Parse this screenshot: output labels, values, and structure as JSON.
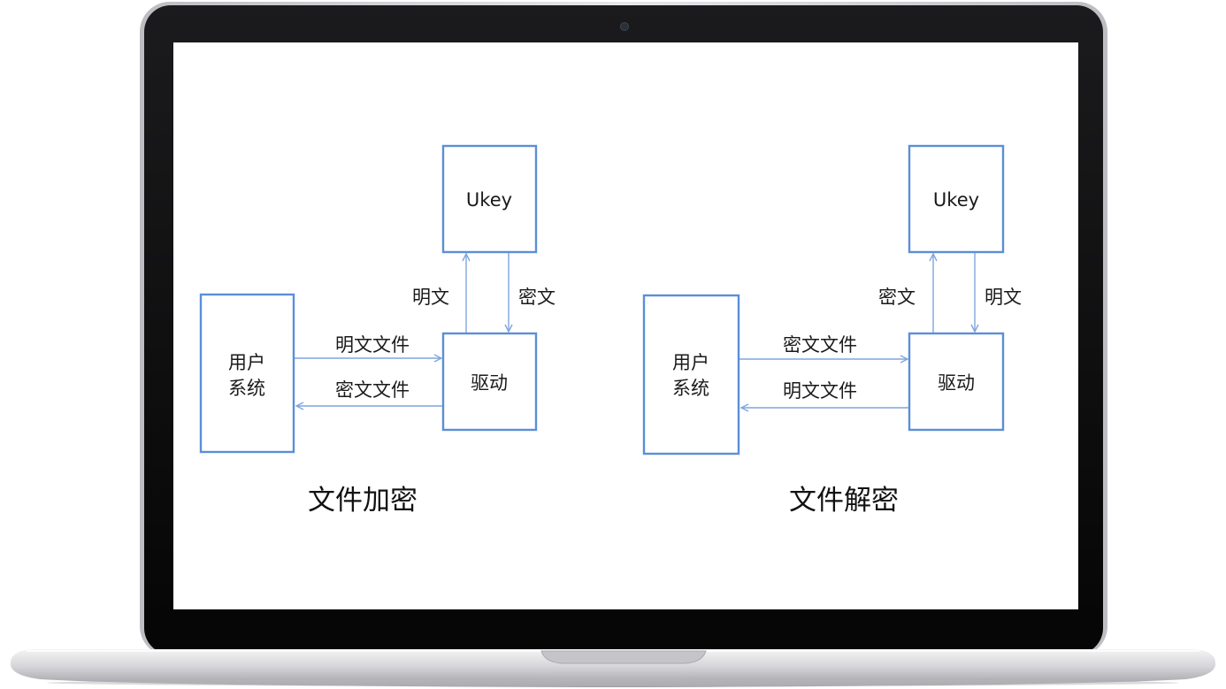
{
  "colors": {
    "node_border": "#5b8fd6",
    "arrow": "#7fa6de",
    "text": "#1a1a1a",
    "bezel": "#0a0a0a",
    "shell": "#d9d9dc"
  },
  "device": {
    "icon": "laptop-icon",
    "camera_icon": "camera-icon"
  },
  "encrypt": {
    "caption": "文件加密",
    "nodes": {
      "user_line1": "用户",
      "user_line2": "系统",
      "driver": "驱动",
      "ukey": "Ukey"
    },
    "edges": {
      "user_to_driver": "明文文件",
      "driver_to_user": "密文文件",
      "driver_to_ukey": "明文",
      "ukey_to_driver": "密文"
    }
  },
  "decrypt": {
    "caption": "文件解密",
    "nodes": {
      "user_line1": "用户",
      "user_line2": "系统",
      "driver": "驱动",
      "ukey": "Ukey"
    },
    "edges": {
      "user_to_driver": "密文文件",
      "driver_to_user": "明文文件",
      "driver_to_ukey": "密文",
      "ukey_to_driver": "明文"
    }
  }
}
